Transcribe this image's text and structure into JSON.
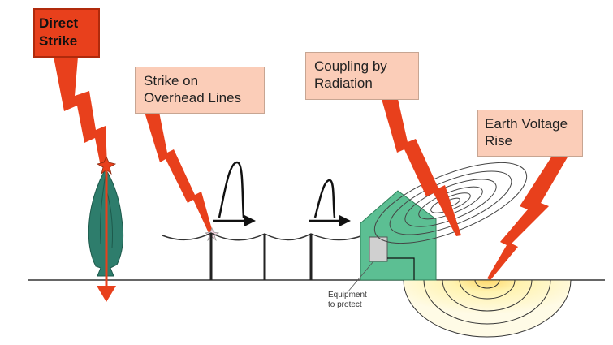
{
  "labels": {
    "direct_strike": [
      "Direct",
      "Strike"
    ],
    "overhead_lines": [
      "Strike on",
      "Overhead Lines"
    ],
    "radiation": [
      "Coupling by",
      "Radiation"
    ],
    "earth_voltage": [
      "Earth Voltage",
      "Rise"
    ],
    "equipment": [
      "Equipment",
      "to protect"
    ]
  },
  "colors": {
    "bolt": "#e8401c",
    "tree": "#2e7d6c",
    "house": "#5cbf93",
    "callout_fill": "#fbcdb8",
    "ground_glow": "#fff3b0"
  }
}
